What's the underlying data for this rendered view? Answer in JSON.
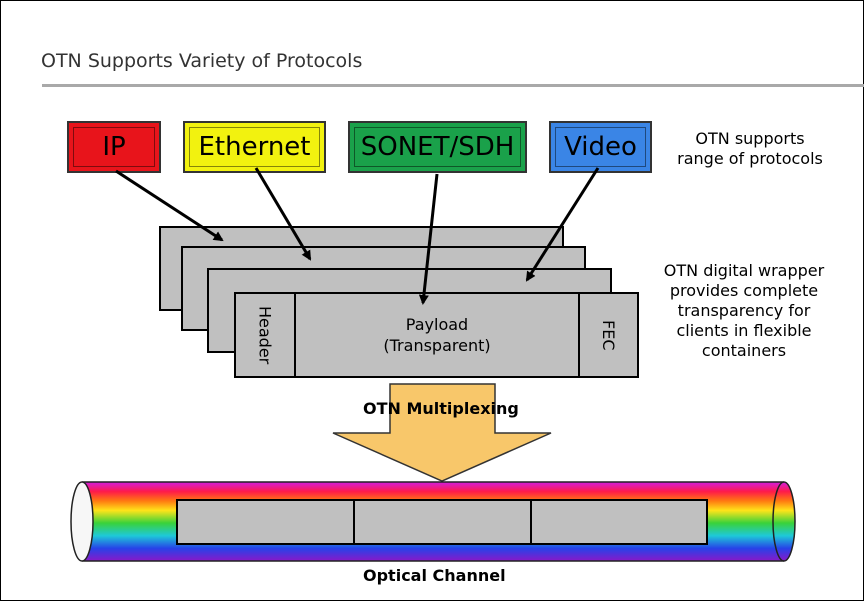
{
  "title": "OTN Supports Variety of Protocols",
  "protocols": [
    {
      "label": "IP",
      "color": "#e8141b"
    },
    {
      "label": "Ethernet",
      "color": "#f2f20f"
    },
    {
      "label": "SONET/SDH",
      "color": "#1aa14a"
    },
    {
      "label": "Video",
      "color": "#3a85e6"
    }
  ],
  "notes": {
    "protocols": "OTN supports range of protocols",
    "wrapper": "OTN digital wrapper provides complete transparency for clients in flexible containers"
  },
  "frame": {
    "header": "Header",
    "payload_line1": "Payload",
    "payload_line2": "(Transparent)",
    "fec": "FEC"
  },
  "multiplexing_label": "OTN Multiplexing",
  "channel_label": "Optical Channel",
  "colors": {
    "layer": "#c0c0c0",
    "arrow_fill": "#f8c76a"
  }
}
